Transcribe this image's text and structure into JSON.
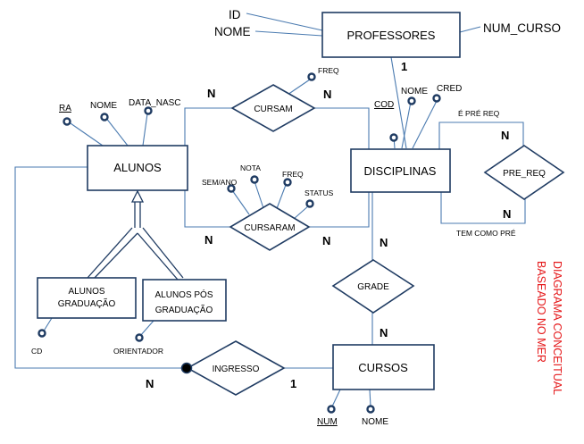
{
  "entities": {
    "professores": "PROFESSORES",
    "alunos": "ALUNOS",
    "disciplinas": "DISCIPLINAS",
    "alunos_graduacao": [
      "ALUNOS",
      "GRADUAÇÃO"
    ],
    "alunos_pos_graduacao": [
      "ALUNOS PÓS",
      "GRADUAÇÃO"
    ],
    "cursos": "CURSOS"
  },
  "relationships": {
    "cursam": "CURSAM",
    "cursaram": "CURSARAM",
    "pre_req": "PRE_REQ",
    "grade": "GRADE",
    "ingresso": "INGRESSO"
  },
  "attributes": {
    "id": "ID",
    "nome_prof": "NOME",
    "num_curso": "NUM_CURSO",
    "ra": "RA",
    "nome_aluno": "NOME",
    "data_nasc": "DATA_NASC",
    "freq_cursam": "FREQ",
    "cod": "COD",
    "nome_disc": "NOME",
    "cred": "CRED",
    "nota": "NOTA",
    "sem_ano": "SEM/ANO",
    "freq_cursaram": "FREQ",
    "status": "STATUS",
    "cd": "CD",
    "orientador": "ORIENTADOR",
    "num": "NUM",
    "nome_curso": "NOME"
  },
  "cardinalities": {
    "prof_disc": "1",
    "cursam_alunos": "N",
    "cursam_disc": "N",
    "cursaram_alunos": "N",
    "cursaram_disc": "N",
    "pre_req_top": "N",
    "pre_req_bottom": "N",
    "grade_disc": "N",
    "grade_cursos": "N",
    "ingresso_alunos": "N",
    "ingresso_cursos": "1"
  },
  "role_labels": {
    "e_pre_req": "É PRÉ REQ",
    "tem_como_pre": "TEM COMO PRÉ"
  },
  "caption": [
    "DIAGRAMA CONCEITUAL",
    "BASEADO NO MER"
  ]
}
